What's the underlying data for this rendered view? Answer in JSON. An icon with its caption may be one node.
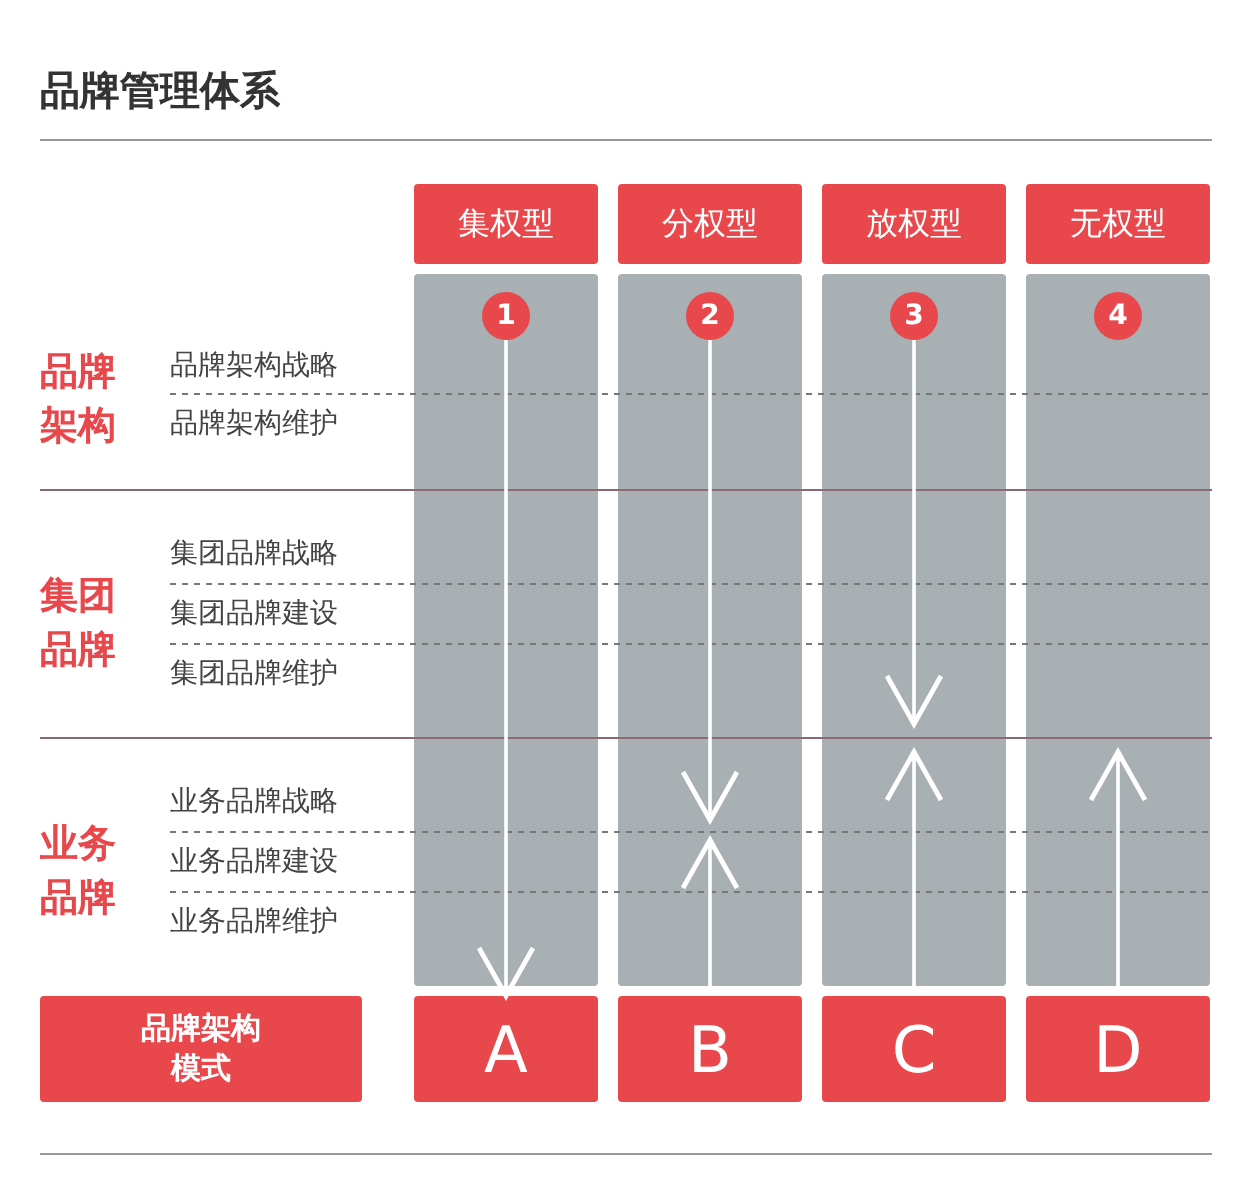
{
  "diagram": {
    "title": "品牌管理体系",
    "nodes": [
      {
        "text": [
          "集权型"
        ]
      },
      {
        "text": [
          "分权型"
        ]
      },
      {
        "text": [
          "放权型"
        ]
      },
      {
        "text": [
          "无权型"
        ]
      },
      {
        "text": [],
        "shape": "box"
      },
      {
        "text": [],
        "shape": "box"
      },
      {
        "text": [],
        "shape": "box"
      },
      {
        "text": [],
        "shape": "box"
      },
      {
        "text": [
          "1"
        ],
        "in": 4
      },
      {
        "text": [
          "2"
        ],
        "in": 5
      },
      {
        "text": [
          "3"
        ],
        "in": 6
      },
      {
        "text": [
          "4"
        ],
        "in": 7
      },
      {
        "text": [
          "品牌架构模式"
        ]
      },
      {
        "text": [
          "A"
        ]
      },
      {
        "text": [
          "B"
        ]
      },
      {
        "text": [
          "C"
        ]
      },
      {
        "text": [
          "D"
        ]
      }
    ],
    "edges": [
      {
        "from": 8,
        "to": 13,
        "arrow": "to"
      },
      {
        "from": 9,
        "to": null,
        "arrow": "to"
      },
      {
        "from": 14,
        "to": null,
        "arrow": "to"
      },
      {
        "from": 10,
        "to": null,
        "arrow": "to"
      },
      {
        "from": 15,
        "to": null,
        "arrow": "to"
      },
      {
        "from": 16,
        "to": null,
        "arrow": "to"
      }
    ],
    "labels": [
      "品牌架构",
      "品牌架构战略",
      "品牌架构维护",
      "集团品牌",
      "集团品牌战略",
      "集团品牌建设",
      "集团品牌维护",
      "业务品牌",
      "业务品牌战略",
      "业务品牌建设",
      "业务品牌维护"
    ]
  }
}
